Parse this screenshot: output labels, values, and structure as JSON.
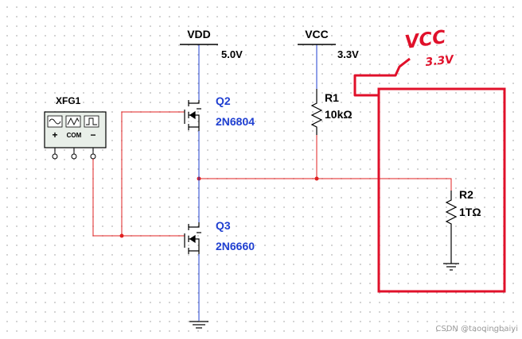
{
  "function_generator": {
    "name": "XFG1",
    "terminals": [
      "+",
      "COM",
      "−"
    ],
    "waveform_icons": [
      "sine-wave-icon",
      "triangle-wave-icon",
      "square-wave-icon"
    ]
  },
  "supplies": [
    {
      "name": "VDD",
      "value": "5.0V"
    },
    {
      "name": "VCC",
      "value": "3.3V"
    }
  ],
  "transistors": [
    {
      "ref": "Q2",
      "part": "2N6804"
    },
    {
      "ref": "Q3",
      "part": "2N6660"
    }
  ],
  "resistors": [
    {
      "ref": "R1",
      "value": "10kΩ"
    },
    {
      "ref": "R2",
      "value": "1TΩ"
    }
  ],
  "annotation": {
    "handwritten_line1": "VCC",
    "handwritten_line2": "3.3V",
    "color": "#e0102a"
  },
  "watermark": "CSDN @taoqingbaiyi",
  "colors": {
    "wire_blue": "#1f3fd1",
    "wire_red": "#e02020",
    "component": "#000000"
  }
}
